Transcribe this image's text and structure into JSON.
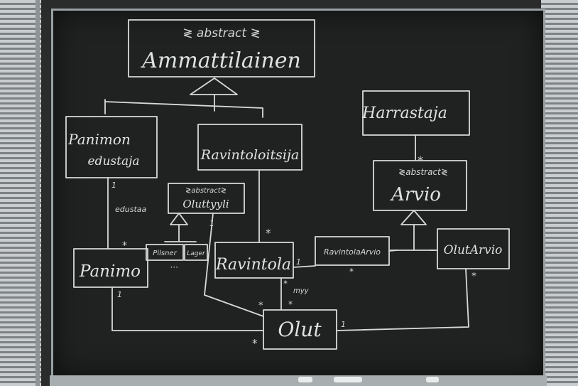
{
  "classes": {
    "ammattilainen": {
      "stereotype": "≷ abstract ≷",
      "name": "Ammattilainen"
    },
    "panimon_edustaja": {
      "line1": "Panimon",
      "line2": "edustaja"
    },
    "ravintoloitsija": {
      "name": "Ravintoloitsija"
    },
    "harrastaja": {
      "name": "Harrastaja"
    },
    "arvio": {
      "stereotype": "≷abstract≷",
      "name": "Arvio"
    },
    "oluttyyli": {
      "stereotype": "≷abstract≷",
      "name": "Oluttyyli"
    },
    "pilsner": {
      "name": "Pilsner"
    },
    "lager": {
      "name": "Lager"
    },
    "more": "···",
    "panimo": {
      "name": "Panimo"
    },
    "ravintola": {
      "name": "Ravintola"
    },
    "ravintola_arvio": {
      "name": "RavintolaArvio"
    },
    "olut_arvio": {
      "name": "OlutArvio"
    },
    "olut": {
      "name": "Olut"
    }
  },
  "labels": {
    "edustaa": "edustaa",
    "myy": "myy",
    "one": "1",
    "many": "*"
  }
}
